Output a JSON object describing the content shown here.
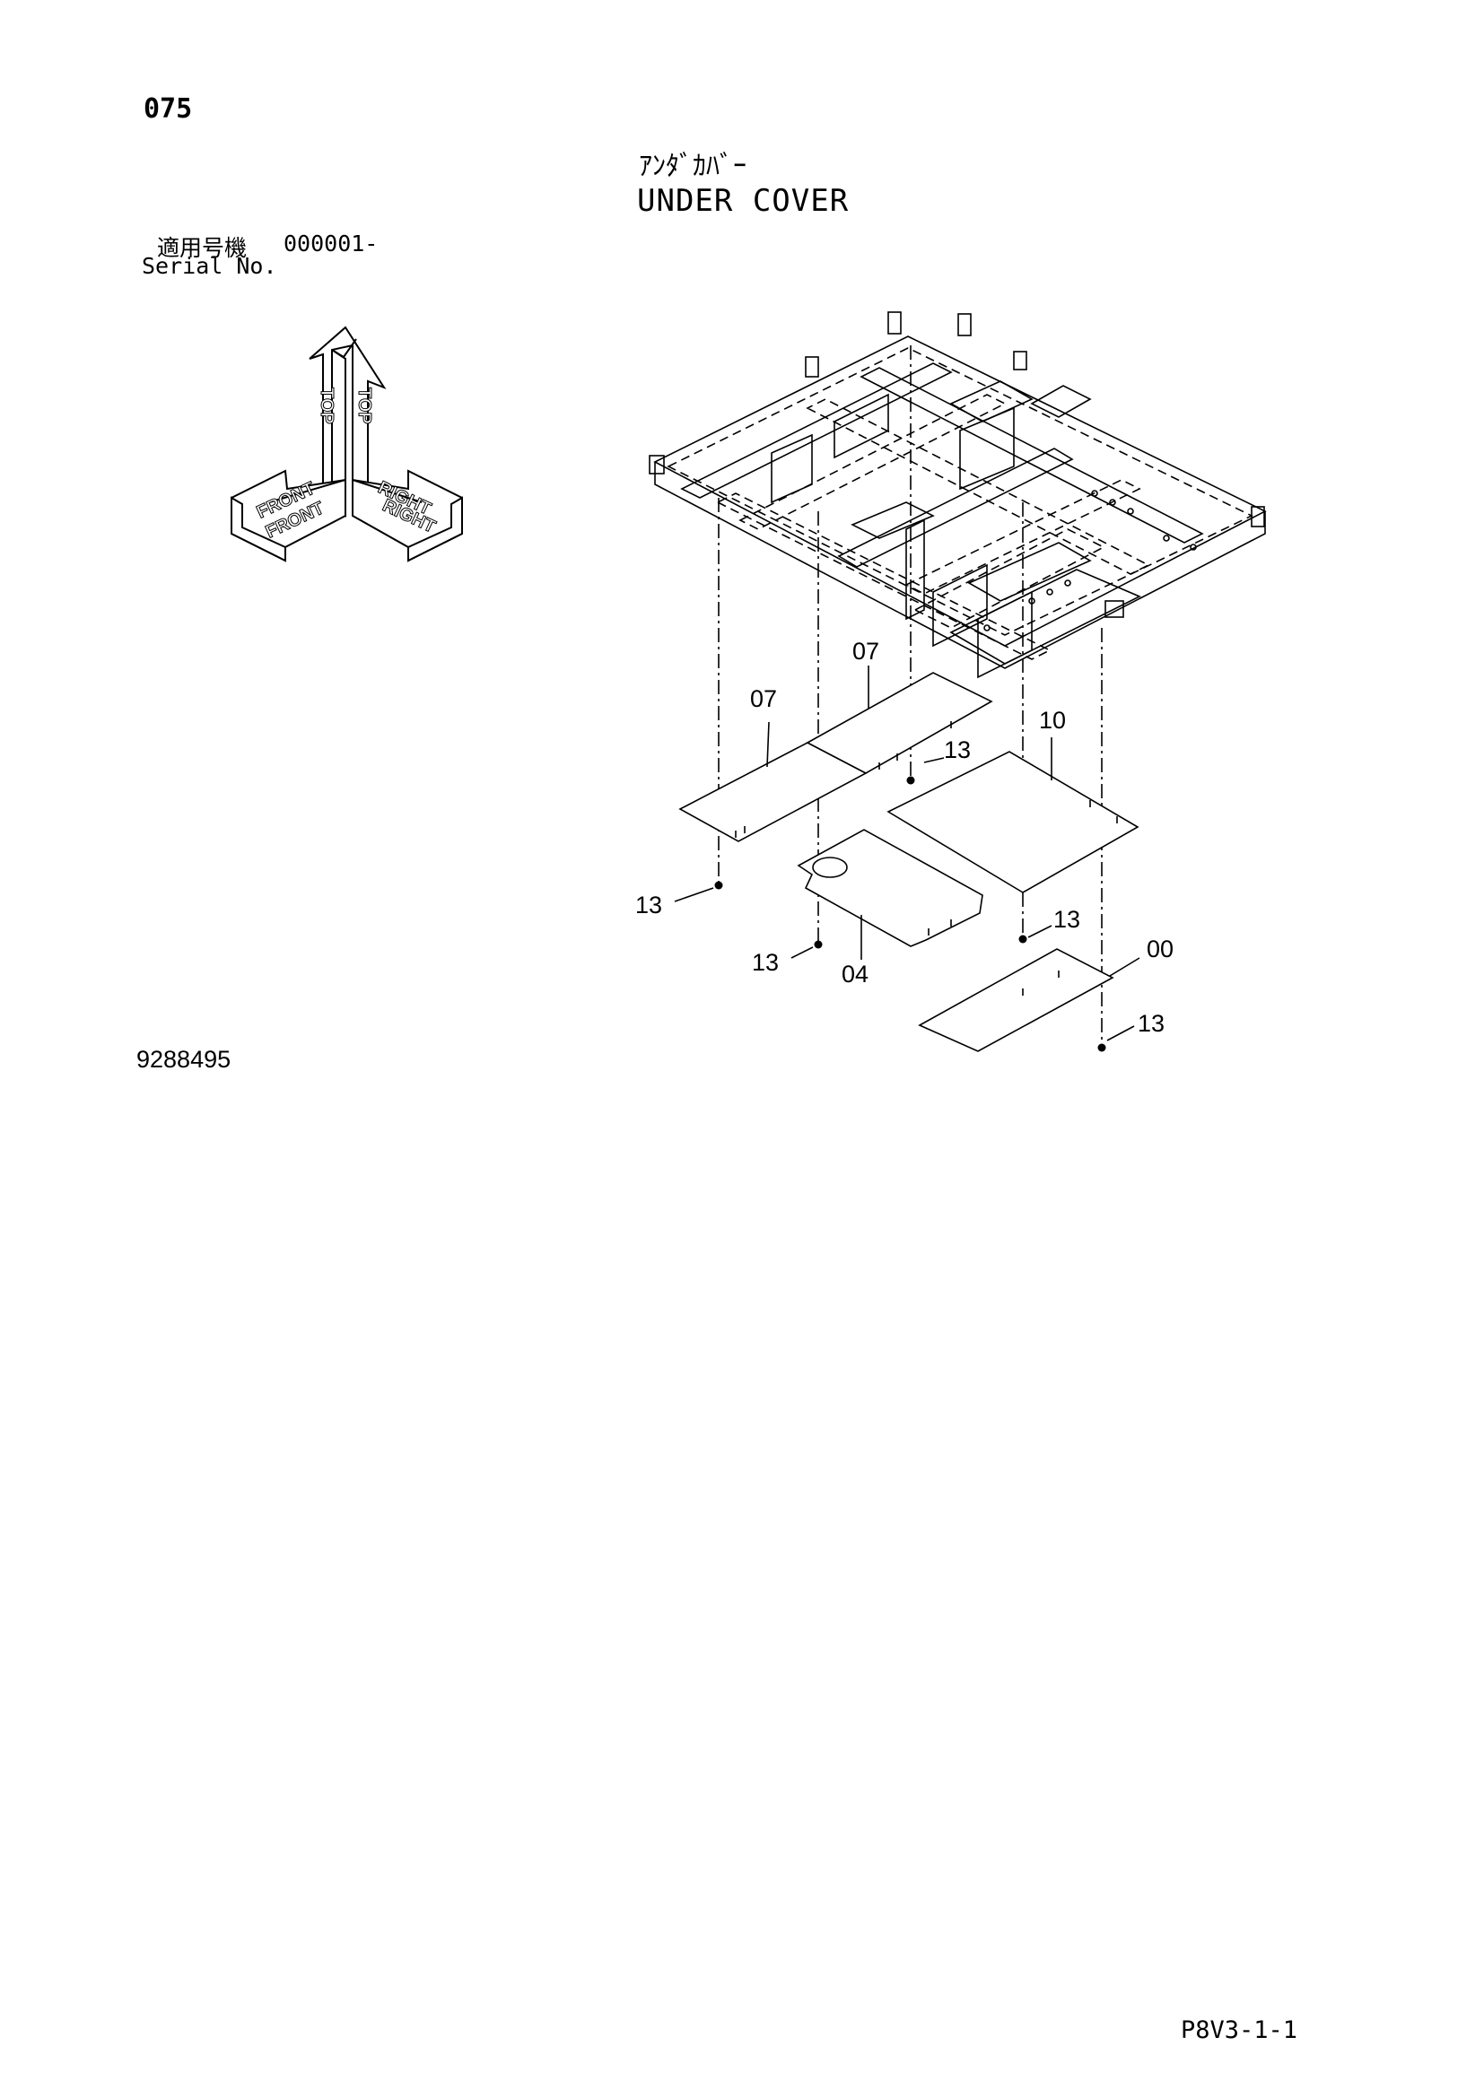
{
  "page": {
    "number": "075",
    "title_jp": "ｱﾝﾀﾞｶﾊﾞｰ",
    "title_en": "UNDER COVER",
    "serial_label_jp": "適用号機",
    "serial_value": "000001-",
    "serial_label_en": "Serial No.",
    "drawing_number": "9288495",
    "footer_code": "P8V3-1-1"
  },
  "orientation": {
    "top": "TOP",
    "front": "FRONT",
    "right": "RIGHT"
  },
  "callouts": {
    "c07a": "07",
    "c07b": "07",
    "c10": "10",
    "c13a": "13",
    "c13b": "13",
    "c13c": "13",
    "c13d": "13",
    "c13e": "13",
    "c04": "04",
    "c00": "00"
  }
}
